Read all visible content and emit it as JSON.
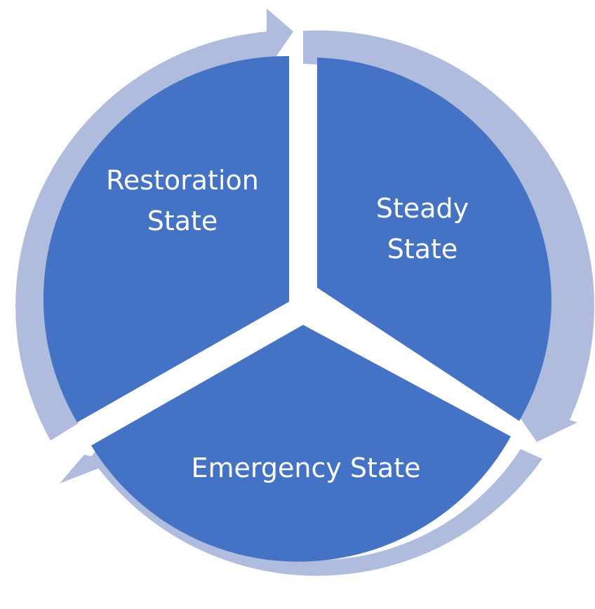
{
  "colors": {
    "segment_fill": "#4472C4",
    "arrow_fill": "#AFBCDE",
    "background": "#FFFFFF",
    "label": "#FFFFFF"
  },
  "segments": [
    {
      "id": "steady",
      "lines": [
        "Steady",
        "State"
      ]
    },
    {
      "id": "emergency",
      "lines": [
        "Emergency State"
      ]
    },
    {
      "id": "restoration",
      "lines": [
        "Restoration",
        "State"
      ]
    }
  ]
}
